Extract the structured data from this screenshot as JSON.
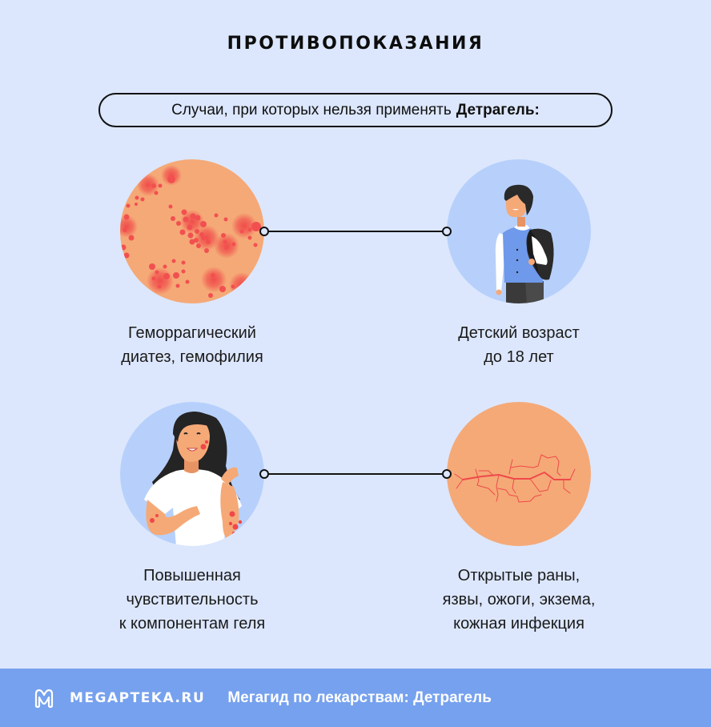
{
  "header": {
    "title": "ПРОТИВОПОКАЗАНИЯ",
    "subtitle_prefix": "Случаи, при которых нельзя применять",
    "subtitle_bold": "Детрагель:"
  },
  "items": [
    {
      "icon": "skin-spots-icon",
      "lines": [
        "Геморрагический",
        "диатез, гемофилия"
      ]
    },
    {
      "icon": "child-with-backpack-icon",
      "lines": [
        "Детский возраст",
        "до 18 лет"
      ]
    },
    {
      "icon": "woman-with-rash-icon",
      "lines": [
        "Повышенная",
        "чувствительность",
        "к компонентам геля"
      ]
    },
    {
      "icon": "cracked-skin-icon",
      "lines": [
        "Открытые раны,",
        "язвы, ожоги, экзема,",
        "кожная инфекция"
      ]
    }
  ],
  "footer": {
    "logo_icon": "megapteka-logo-icon",
    "brand": "MEGAPTEKA.RU",
    "tagline": "Мегагид по лекарствам: Детрагель"
  },
  "colors": {
    "background": "#dce7fd",
    "footer": "#76a1ee",
    "skin": "#f5a977",
    "spot": "#f04848",
    "circle_blue": "#b7d0fb"
  }
}
